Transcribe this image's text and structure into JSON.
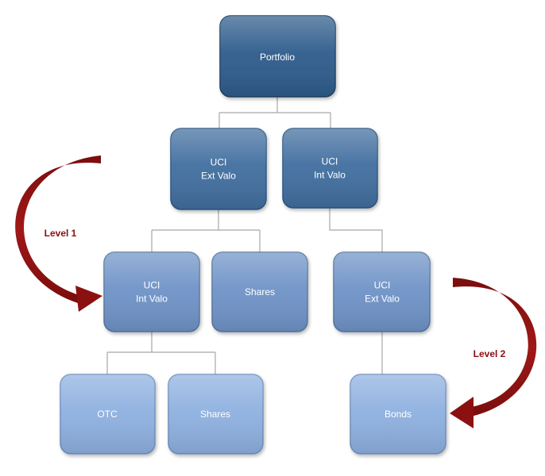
{
  "nodes": {
    "portfolio": {
      "lines": [
        "Portfolio"
      ],
      "fill": "#2e5c8c",
      "stroke": "#1f4266"
    },
    "uci_ext_valo_top": {
      "lines": [
        "UCI",
        "Ext Valo"
      ],
      "fill": "#416e9f",
      "stroke": "#2f5680"
    },
    "uci_int_valo_top": {
      "lines": [
        "UCI",
        "Int Valo"
      ],
      "fill": "#416e9f",
      "stroke": "#2f5680"
    },
    "uci_int_valo_mid": {
      "lines": [
        "UCI",
        "Int Valo"
      ],
      "fill": "#6f93c7",
      "stroke": "#54789f"
    },
    "shares_mid": {
      "lines": [
        "Shares"
      ],
      "fill": "#6f93c7",
      "stroke": "#54789f"
    },
    "uci_ext_valo_mid": {
      "lines": [
        "UCI",
        "Ext Valo"
      ],
      "fill": "#6f93c7",
      "stroke": "#54789f"
    },
    "otc": {
      "lines": [
        "OTC"
      ],
      "fill": "#8eb0e0",
      "stroke": "#6f90bd"
    },
    "shares_bottom": {
      "lines": [
        "Shares"
      ],
      "fill": "#8eb0e0",
      "stroke": "#6f90bd"
    },
    "bonds": {
      "lines": [
        "Bonds"
      ],
      "fill": "#8eb0e0",
      "stroke": "#6f90bd"
    }
  },
  "labels": {
    "level1": "Level 1",
    "level2": "Level 2"
  },
  "colors": {
    "connector": "#a6a6a6",
    "arrow": "#8b1111",
    "level_text": "#8b0e0e"
  }
}
